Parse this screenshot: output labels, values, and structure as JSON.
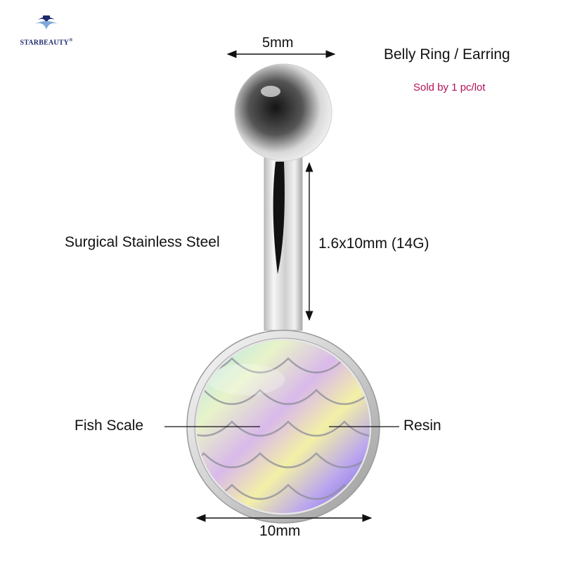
{
  "brand": {
    "name": "STARBEAUTY",
    "mark": "®",
    "colors": {
      "navy": "#1e2a6e",
      "light_blue": "#7fa7d8"
    }
  },
  "product": {
    "title": "Belly Ring / Earring",
    "subtitle": "Sold by 1 pc/lot",
    "subtitle_color": "#b0125b"
  },
  "annotations": {
    "ball_size": "5mm",
    "bar_size": "1.6x10mm (14G)",
    "material": "Surgical Stainless Steel",
    "fish_scale": "Fish Scale",
    "resin": "Resin",
    "disc_size": "10mm"
  },
  "icons": {
    "logo": "starbeauty-logo-icon",
    "ball": "steel-ball-icon",
    "bar": "curved-bar-icon",
    "disc": "mermaid-scale-disc-icon"
  }
}
